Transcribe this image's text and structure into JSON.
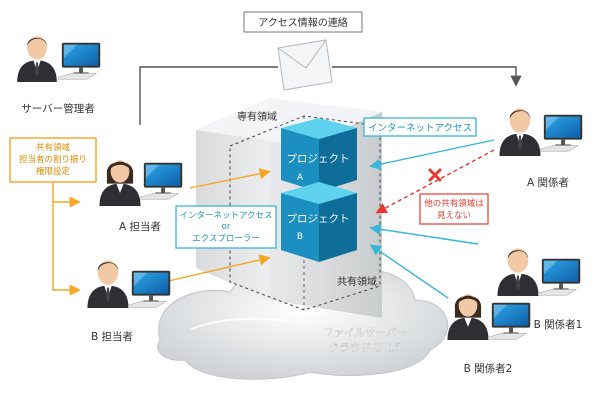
{
  "top_label": "アクセス情報の連絡",
  "admin": {
    "label": "サーバー管理者"
  },
  "admin_note": {
    "lines": [
      "共有領域",
      "担当者の割り振り",
      "権限設定"
    ]
  },
  "person_a_tantou": "A 担当者",
  "person_b_tantou": "B 担当者",
  "person_a_kankei": "A 関係者",
  "person_b_kankei1": "B 関係者1",
  "person_b_kankei2": "B 関係者2",
  "senyu_label": "専有領域",
  "kyoyu_label": "共有領域",
  "project_a": {
    "title": "プロジェクト",
    "tag": "A"
  },
  "project_b": {
    "title": "プロジェクト",
    "tag": "B"
  },
  "internet_access_label": "インターネットアクセス",
  "access_or_box": {
    "lines": [
      "インターネットアクセス",
      "or",
      "エクスプローラー"
    ]
  },
  "denied_note": {
    "lines": [
      "他の共有領域は",
      "見えない"
    ]
  },
  "cloud_label": {
    "lines": [
      "ファイルサーバー",
      "クラウド 2015"
    ]
  },
  "colors": {
    "orange": "#f5a623",
    "cyan": "#37b6d8",
    "red": "#e8392f",
    "cube_top": "#5fd2f0",
    "cube_left": "#1b8fbf",
    "cube_right": "#0f6e99",
    "gray_line": "#555555"
  }
}
